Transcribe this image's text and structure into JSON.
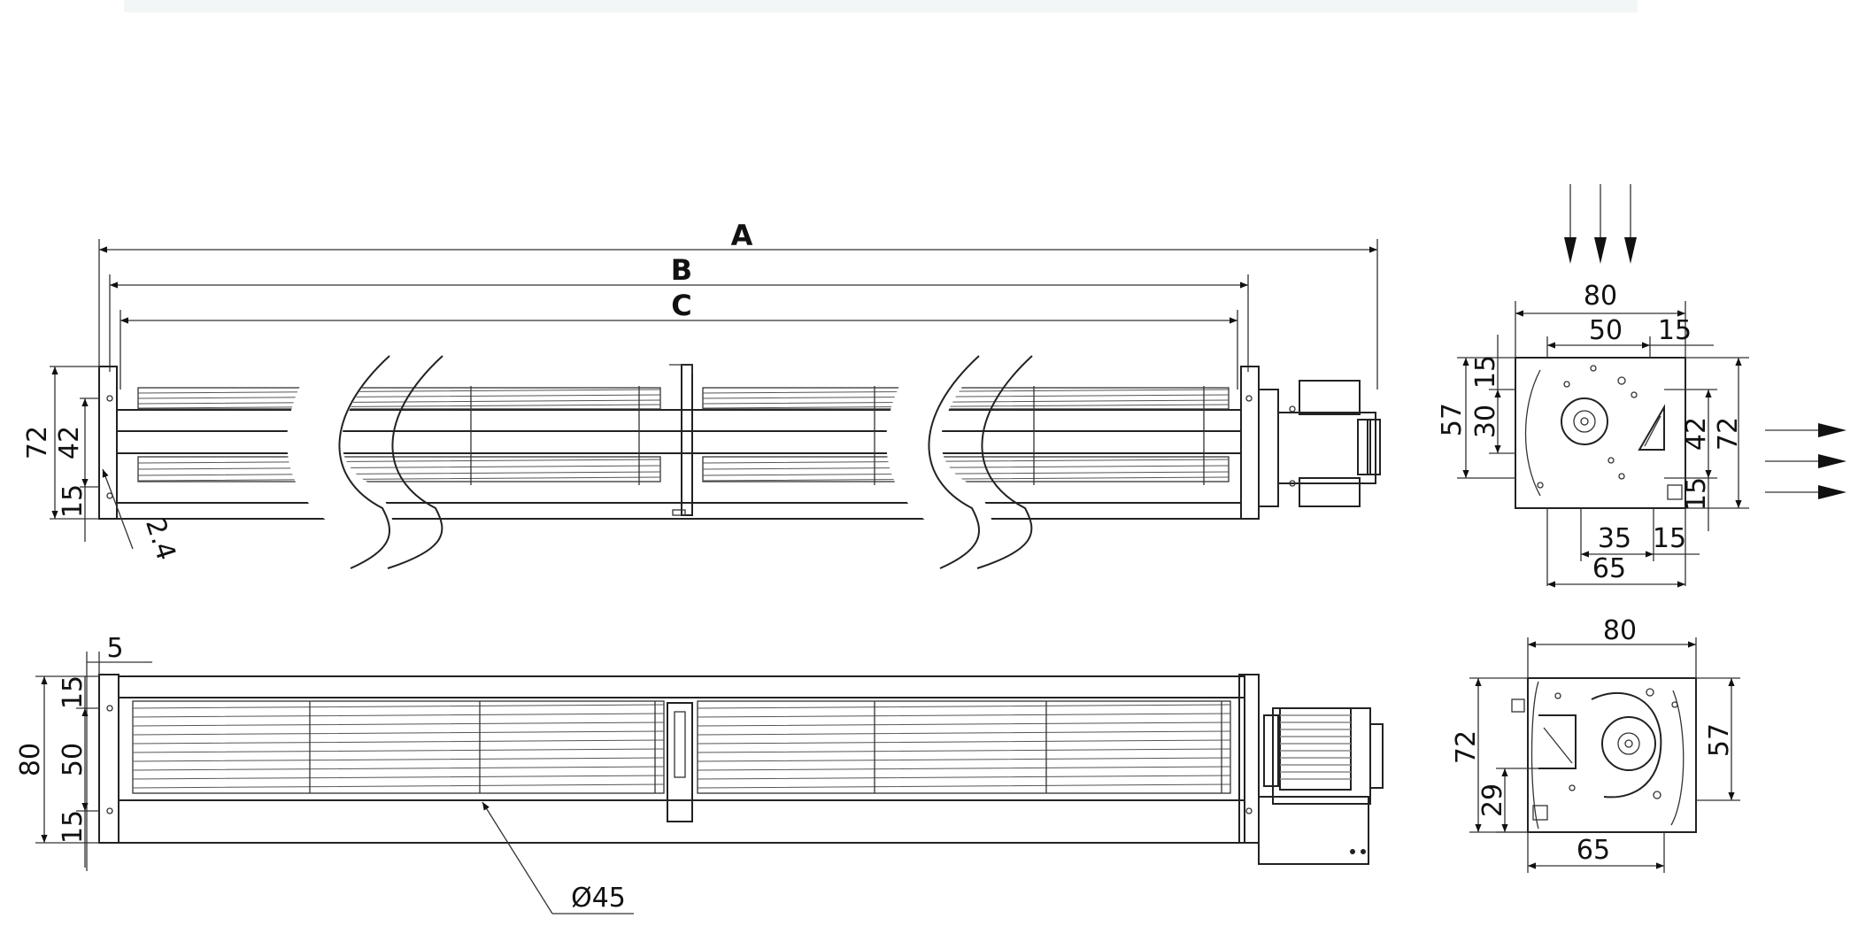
{
  "side_view": {
    "overall_labels": {
      "a": "A",
      "b": "B",
      "c": "C"
    },
    "height_72": "72",
    "height_42": "42",
    "offset_15": "15",
    "slot_2_4": "2.4"
  },
  "top_view": {
    "offset_5": "5",
    "edge_15_top": "15",
    "middle_50": "50",
    "edge_15_bottom": "15",
    "width_80": "80",
    "impeller_diameter": "Ø45"
  },
  "end_view_top": {
    "width_80": "80",
    "span_50": "50",
    "edge_15": "15",
    "top_15": "15",
    "mid_30": "30",
    "height_57": "57",
    "right_42": "42",
    "right_72": "72",
    "right_15": "15",
    "bottom_35": "35",
    "bottom_15": "15",
    "bottom_65": "65"
  },
  "end_view_bottom": {
    "width_80": "80",
    "height_72": "72",
    "height_29": "29",
    "height_57": "57",
    "bottom_65": "65"
  }
}
